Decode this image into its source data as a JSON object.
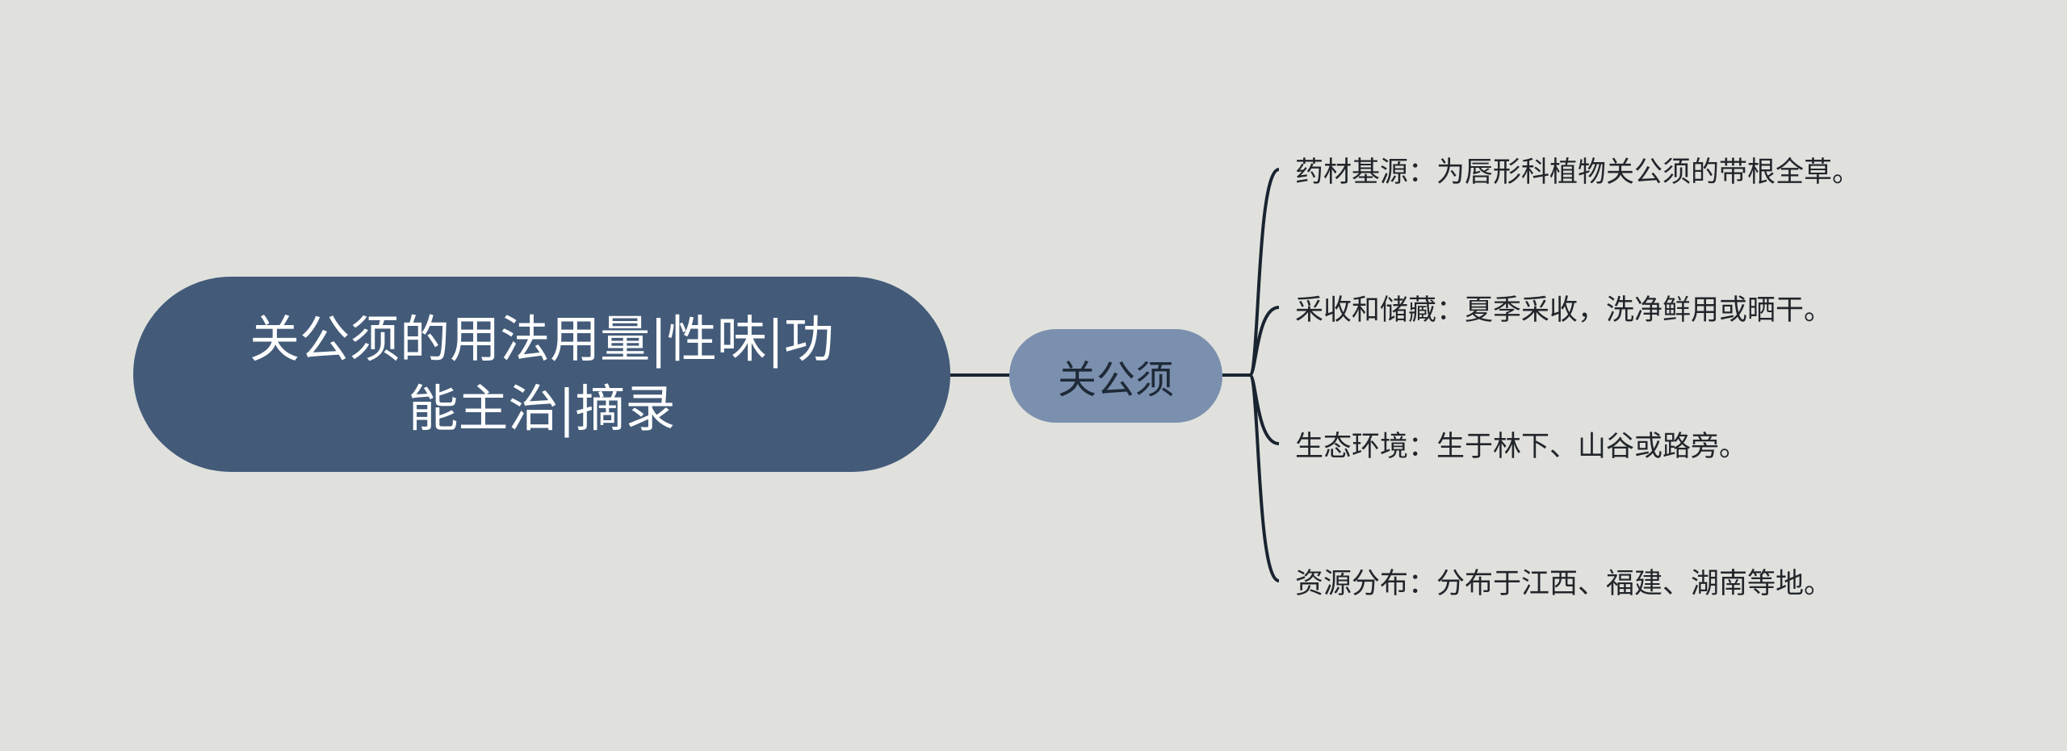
{
  "root": {
    "title": "关公须的用法用量|性味|功能主治|摘录"
  },
  "center": {
    "label": "关公须"
  },
  "branches": [
    {
      "text": "药材基源：为唇形科植物关公须的带根全草。"
    },
    {
      "text": "采收和储藏：夏季采收，洗净鲜用或晒干。"
    },
    {
      "text": "生态环境：生于林下、山谷或路旁。"
    },
    {
      "text": "资源分布：分布于江西、福建、湖南等地。"
    }
  ],
  "colors": {
    "background": "#e0e1dd",
    "root_fill": "#435b79",
    "center_fill": "#7b90ae",
    "connector": "#1a2430"
  }
}
